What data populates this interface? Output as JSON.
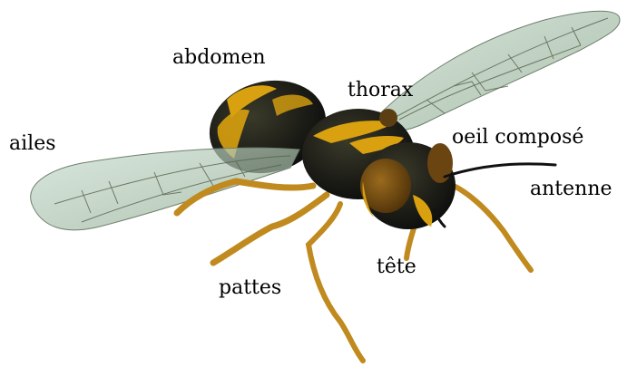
{
  "labels": {
    "abdomen": "abdomen",
    "thorax": "thorax",
    "ailes": "ailes",
    "oeil": "oeil composé",
    "antenne": "antenne",
    "tete": "tête",
    "pattes": "pattes"
  },
  "colors": {
    "background": "#ffffff",
    "wing": "#a9c4b2",
    "wing_vein": "#5a5a46",
    "body_black": "#111111",
    "stripe_yellow": "#d9a10f",
    "leg": "#c08a1e",
    "eye_brown": "#6b4511",
    "label_text": "#000000"
  }
}
